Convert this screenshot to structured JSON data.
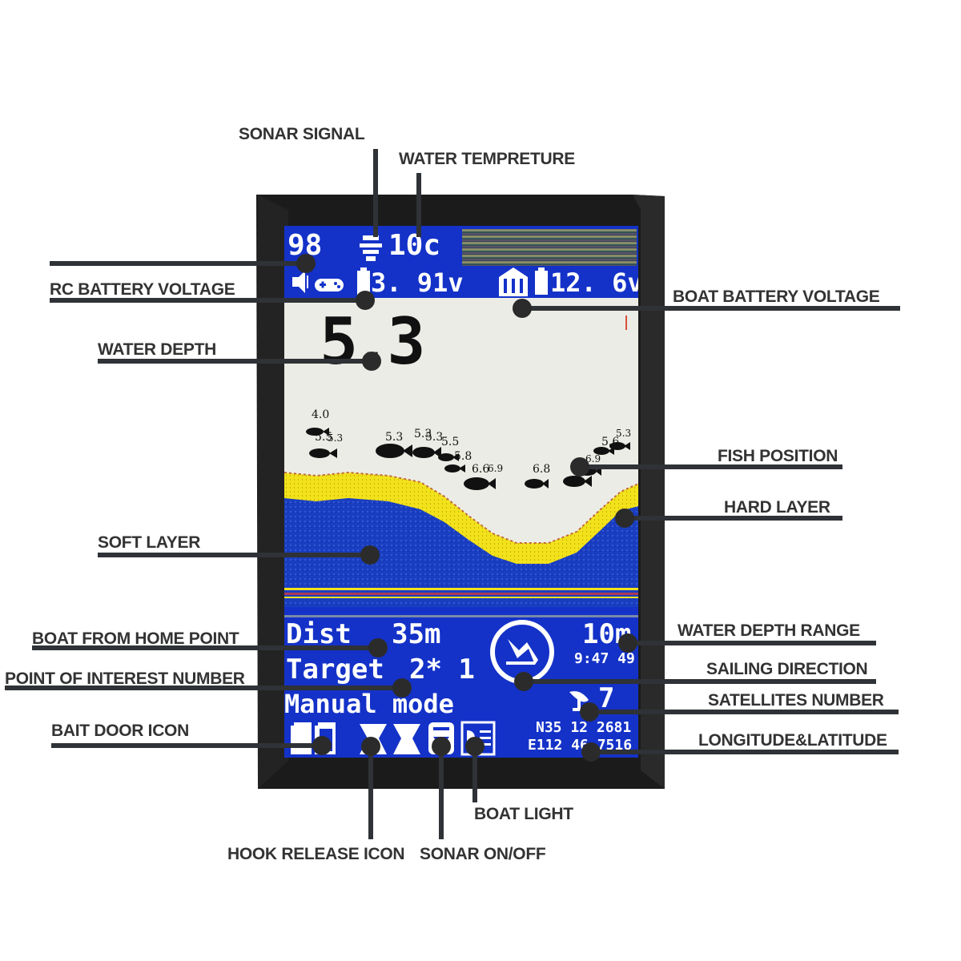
{
  "callouts": {
    "sonar_signal": "SONAR  SIGNAL",
    "water_temp": "WATER TEMPRETURE",
    "rc_battery": "RC BATTERY VOLTAGE",
    "water_depth": "WATER  DEPTH",
    "boat_battery": "BOAT BATTERY VOLTAGE",
    "fish_position": "FISH POSITION",
    "hard_layer": "HARD LAYER",
    "soft_layer": "SOFT LAYER",
    "boat_from_home": "BOAT FROM HOME POINT",
    "poi_number": "POINT OF INTEREST NUMBER",
    "bait_door": "BAIT DOOR ICON",
    "depth_range": "WATER DEPTH RANGE",
    "sailing_direction": "SAILING DIRECTION",
    "satellites": "SATELLITES NUMBER",
    "lon_lat": "LONGITUDE&LATITUDE",
    "boat_light": "BOAT LIGHT",
    "hook_release": "HOOK RELEASE ICON",
    "sonar_onoff": "SONAR ON/OFF"
  },
  "screen": {
    "signal_value": "98",
    "water_temp": "10c",
    "rc_voltage": "3. 91v",
    "boat_voltage": "12. 6v",
    "depth": "5.3",
    "dist_label": "Dist",
    "dist_value": "35m",
    "target_label": "Target",
    "target_value": "2* 1",
    "mode": "Manual mode",
    "depth_range": "10m",
    "time": "9:47 49",
    "satellites": "7",
    "lat": "N35 12 2681",
    "lon": "E112 46 7516"
  },
  "fish": [
    {
      "label": "4.0"
    },
    {
      "label": "5.5"
    },
    {
      "label": "5.3"
    },
    {
      "label": "5.3"
    },
    {
      "label": "5.3"
    },
    {
      "label": "5.3"
    },
    {
      "label": "5.5"
    },
    {
      "label": "5.8"
    },
    {
      "label": "6.6"
    },
    {
      "label": "6.9"
    },
    {
      "label": "6.8"
    },
    {
      "label": "6.9"
    },
    {
      "label": "5.6"
    },
    {
      "label": "5.3"
    }
  ],
  "colors": {
    "screen_blue": "#1432c8",
    "sonar_bg": "#ecece6",
    "hard_layer": "#f2e21c",
    "bezel": "#1b1b1b",
    "callout_text": "#333333"
  },
  "icons": [
    "sonar-signal-icon",
    "speaker-icon",
    "gamepad-icon",
    "battery-icon",
    "boat-icon",
    "compass-arrow-icon",
    "satellite-icon",
    "bait-door-icon",
    "hook-release-icon",
    "sonar-onoff-icon",
    "boat-light-icon"
  ]
}
